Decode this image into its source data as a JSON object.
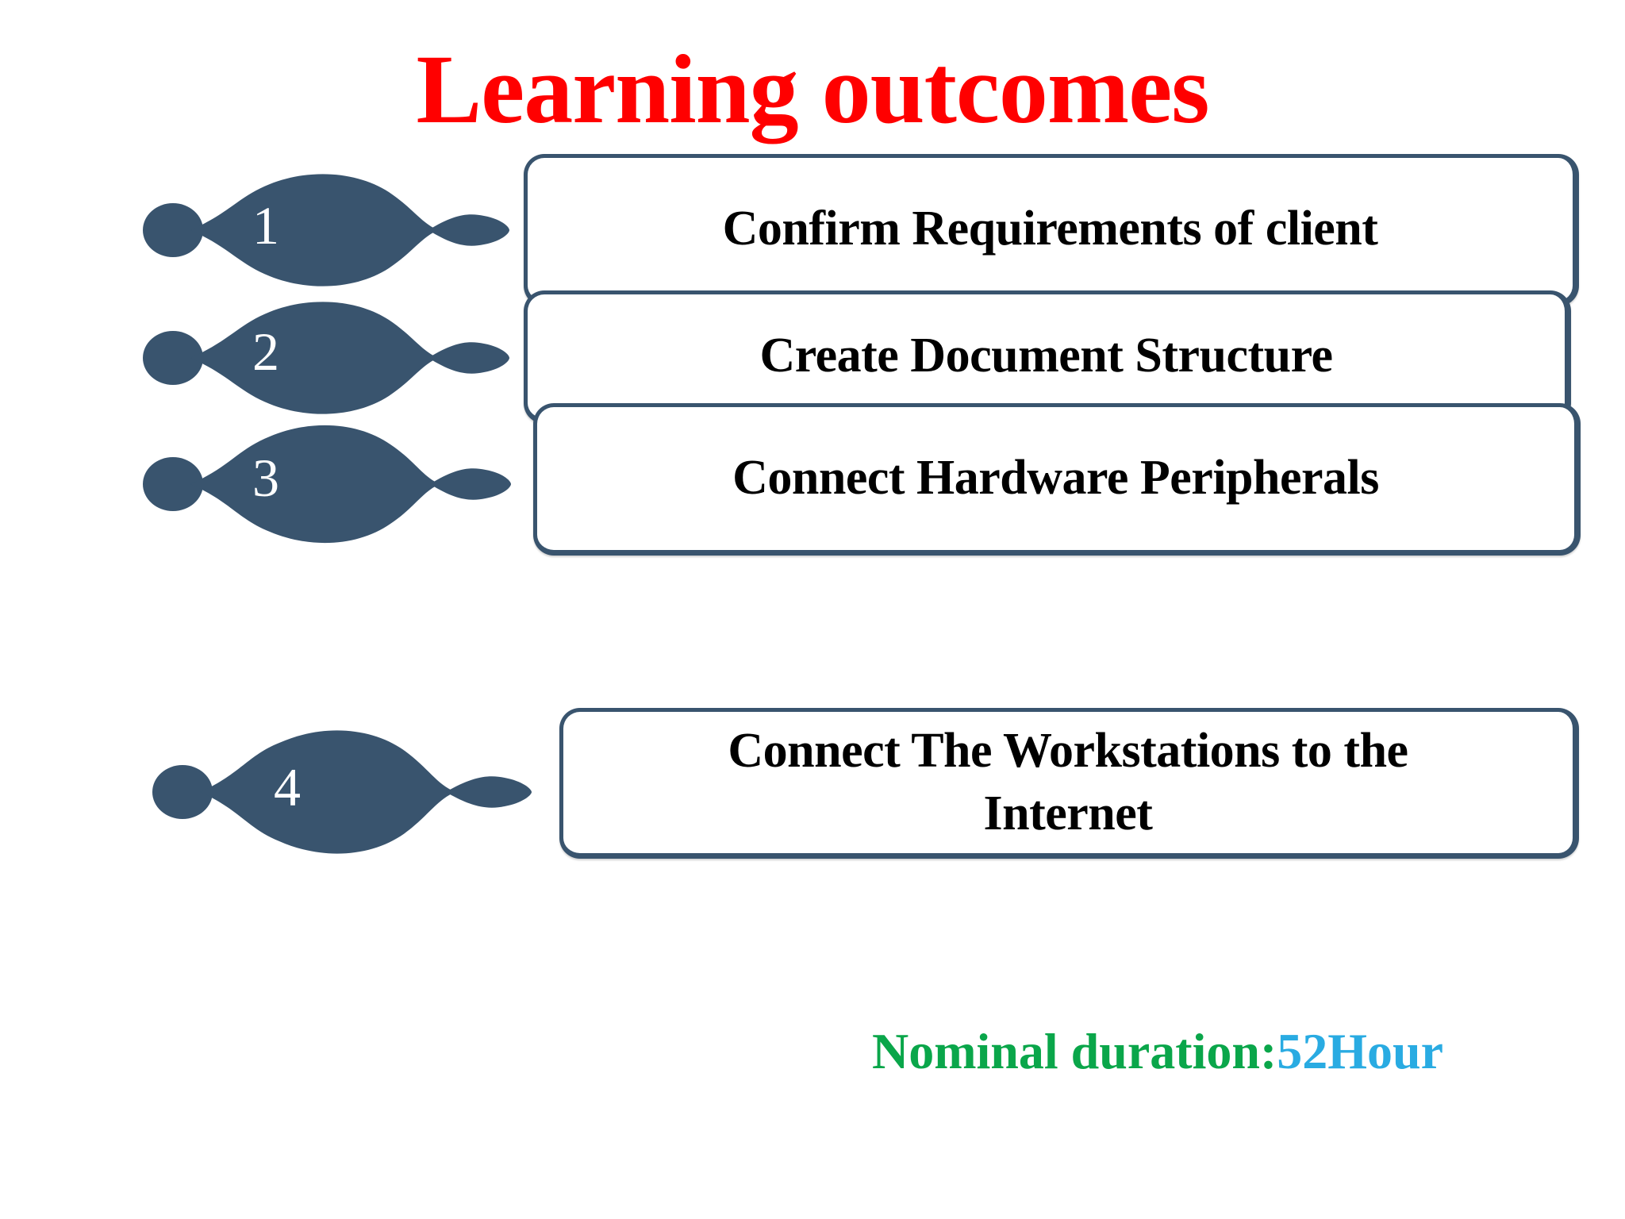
{
  "slide": {
    "title": "Learning outcomes",
    "title_color": "#ff0000",
    "background_color": "#ffffff",
    "accent_color": "#39546e"
  },
  "outcomes": [
    {
      "number": "1",
      "label": "Confirm Requirements of client",
      "lines": [
        "Confirm Requirements of client"
      ]
    },
    {
      "number": "2",
      "label": "Create Document Structure",
      "lines": [
        "Create Document Structure"
      ]
    },
    {
      "number": "3",
      "label": "Connect Hardware Peripherals",
      "lines": [
        "Connect Hardware Peripherals"
      ]
    },
    {
      "number": "4",
      "label": "Connect The Workstations to the Internet",
      "lines": [
        "Connect The Workstations to the",
        "Internet"
      ]
    }
  ],
  "footer": {
    "duration_label": "Nominal duration:",
    "duration_value": "52Hour",
    "label_color": "#0aa64a",
    "value_color": "#29abe2"
  }
}
